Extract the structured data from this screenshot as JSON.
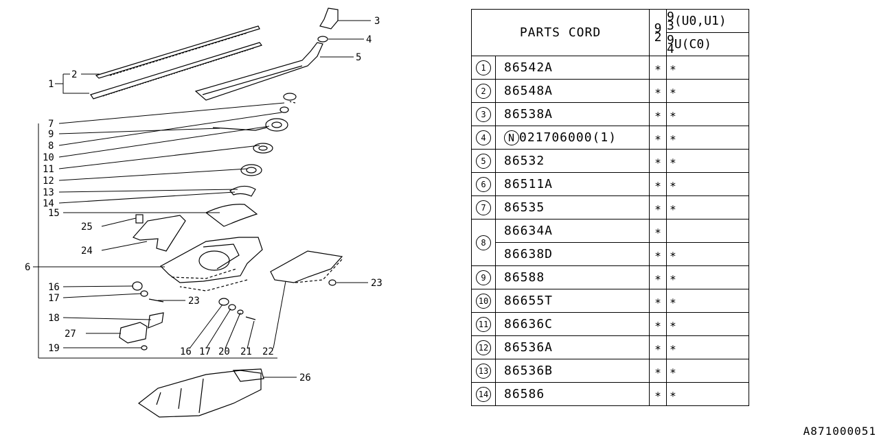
{
  "diagram": {
    "callouts": [
      "1",
      "2",
      "3",
      "4",
      "5",
      "6",
      "7",
      "9",
      "8",
      "10",
      "11",
      "12",
      "13",
      "14",
      "15",
      "25",
      "24",
      "16",
      "17",
      "23",
      "18",
      "27",
      "19",
      "16",
      "17",
      "20",
      "21",
      "22",
      "23",
      "26"
    ]
  },
  "table": {
    "header": {
      "title": "PARTS CORD",
      "year_col": [
        "9",
        "2"
      ],
      "model_rows": [
        {
          "year": [
            "9",
            "3"
          ],
          "label": "(U0,U1)"
        },
        {
          "year": [
            "9",
            "4"
          ],
          "label": "U(C0)"
        }
      ]
    },
    "rows": [
      {
        "num": "1",
        "code": "86542A",
        "m1": "∗",
        "m2": "∗"
      },
      {
        "num": "2",
        "code": "86548A",
        "m1": "∗",
        "m2": "∗"
      },
      {
        "num": "3",
        "code": "86538A",
        "m1": "∗",
        "m2": "∗"
      },
      {
        "num": "4",
        "prefix": "N",
        "code": "021706000(1)",
        "m1": "∗",
        "m2": "∗"
      },
      {
        "num": "5",
        "code": "86532",
        "m1": "∗",
        "m2": "∗"
      },
      {
        "num": "6",
        "code": "86511A",
        "m1": "∗",
        "m2": "∗"
      },
      {
        "num": "7",
        "code": "86535",
        "m1": "∗",
        "m2": "∗"
      },
      {
        "num": "8",
        "code": "86634A",
        "m1": "∗",
        "m2": ""
      },
      {
        "num": "",
        "code": "86638D",
        "m1": "∗",
        "m2": "∗"
      },
      {
        "num": "9",
        "code": "86588",
        "m1": "∗",
        "m2": "∗"
      },
      {
        "num": "10",
        "code": "86655T",
        "m1": "∗",
        "m2": "∗"
      },
      {
        "num": "11",
        "code": "86636C",
        "m1": "∗",
        "m2": "∗"
      },
      {
        "num": "12",
        "code": "86536A",
        "m1": "∗",
        "m2": "∗"
      },
      {
        "num": "13",
        "code": "86536B",
        "m1": "∗",
        "m2": "∗"
      },
      {
        "num": "14",
        "code": "86586",
        "m1": "∗",
        "m2": "∗"
      }
    ]
  },
  "footer_code": "A871000051"
}
